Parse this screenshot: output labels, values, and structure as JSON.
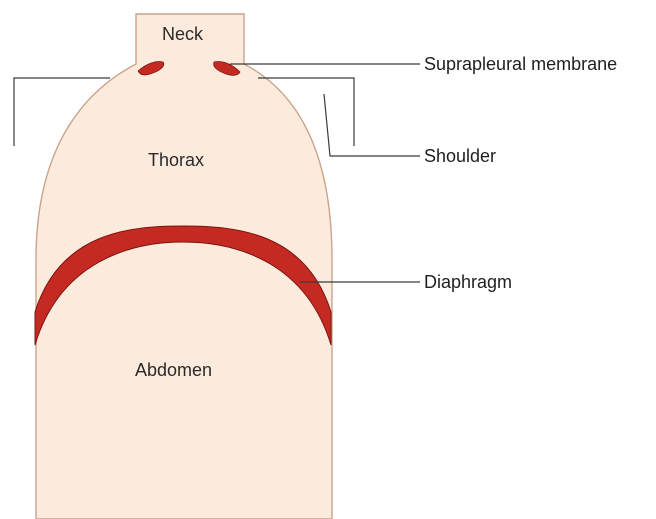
{
  "diagram": {
    "regions": {
      "neck": "Neck",
      "thorax": "Thorax",
      "abdomen": "Abdomen"
    },
    "callouts": {
      "suprapleural_membrane": "Suprapleural membrane",
      "shoulder": "Shoulder",
      "diaphragm": "Diaphragm"
    },
    "colors": {
      "body_fill": "#fcebdd",
      "body_outline": "#c9a48c",
      "membrane_red": "#c42a22",
      "membrane_outline": "#7a1510",
      "line": "#3a3a3a"
    }
  }
}
